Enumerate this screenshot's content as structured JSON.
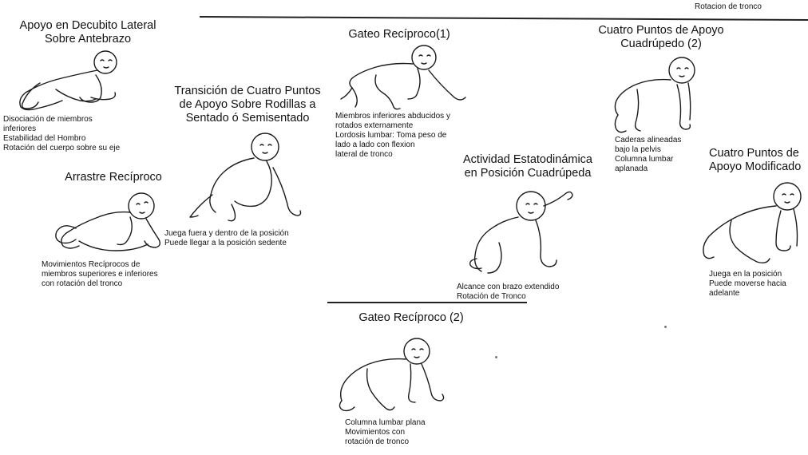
{
  "top_note": "Rotacion de tronco",
  "stages": {
    "decubito": {
      "title": [
        "Apoyo en Decubito Lateral",
        "Sobre Antebrazo"
      ],
      "notes": [
        "Disociación de miembros",
        "inferiores",
        "Estabilidad del Hombro",
        "Rotación del cuerpo sobre su eje"
      ]
    },
    "arrastre": {
      "title": [
        "Arrastre Recíproco"
      ],
      "notes": [
        "Movimientos Recíprocos de",
        "miembros superiores e inferiores",
        "con rotación del tronco"
      ]
    },
    "transicion": {
      "title": [
        "Transición de Cuatro Puntos",
        "de Apoyo Sobre Rodillas a",
        "Sentado ó Semisentado"
      ],
      "notes": [
        "Juega fuera y dentro de la posición",
        "Puede llegar a la posición sedente"
      ]
    },
    "gateo1": {
      "title": [
        "Gateo Recíproco(1)"
      ],
      "notes": [
        "Miembros inferiores abducidos y",
        "rotados externamente",
        "Lordosis lumbar: Toma peso de",
        "lado a lado con flexion",
        "lateral de tronco"
      ]
    },
    "actividad": {
      "title": [
        "Actividad Estatodinámica",
        "en Posición Cuadrúpeda"
      ],
      "notes": [
        "Alcance con brazo extendido",
        "Rotación de Tronco"
      ]
    },
    "cuadrupedo": {
      "title": [
        "Cuatro Puntos de Apoyo",
        "Cuadrúpedo (2)"
      ],
      "notes": [
        "Caderas alineadas",
        "bajo la pelvis",
        "Columna lumbar",
        "aplanada"
      ]
    },
    "modificado": {
      "title": [
        "Cuatro Puntos de",
        "Apoyo Modificado"
      ],
      "notes": [
        "Juega en la posición",
        "Puede moverse hacia",
        "adelante"
      ]
    },
    "gateo2": {
      "title": [
        "Gateo Recíproco (2)"
      ],
      "notes": [
        "Columna lumbar plana",
        "Movimientos con",
        "rotación de tronco"
      ]
    }
  }
}
